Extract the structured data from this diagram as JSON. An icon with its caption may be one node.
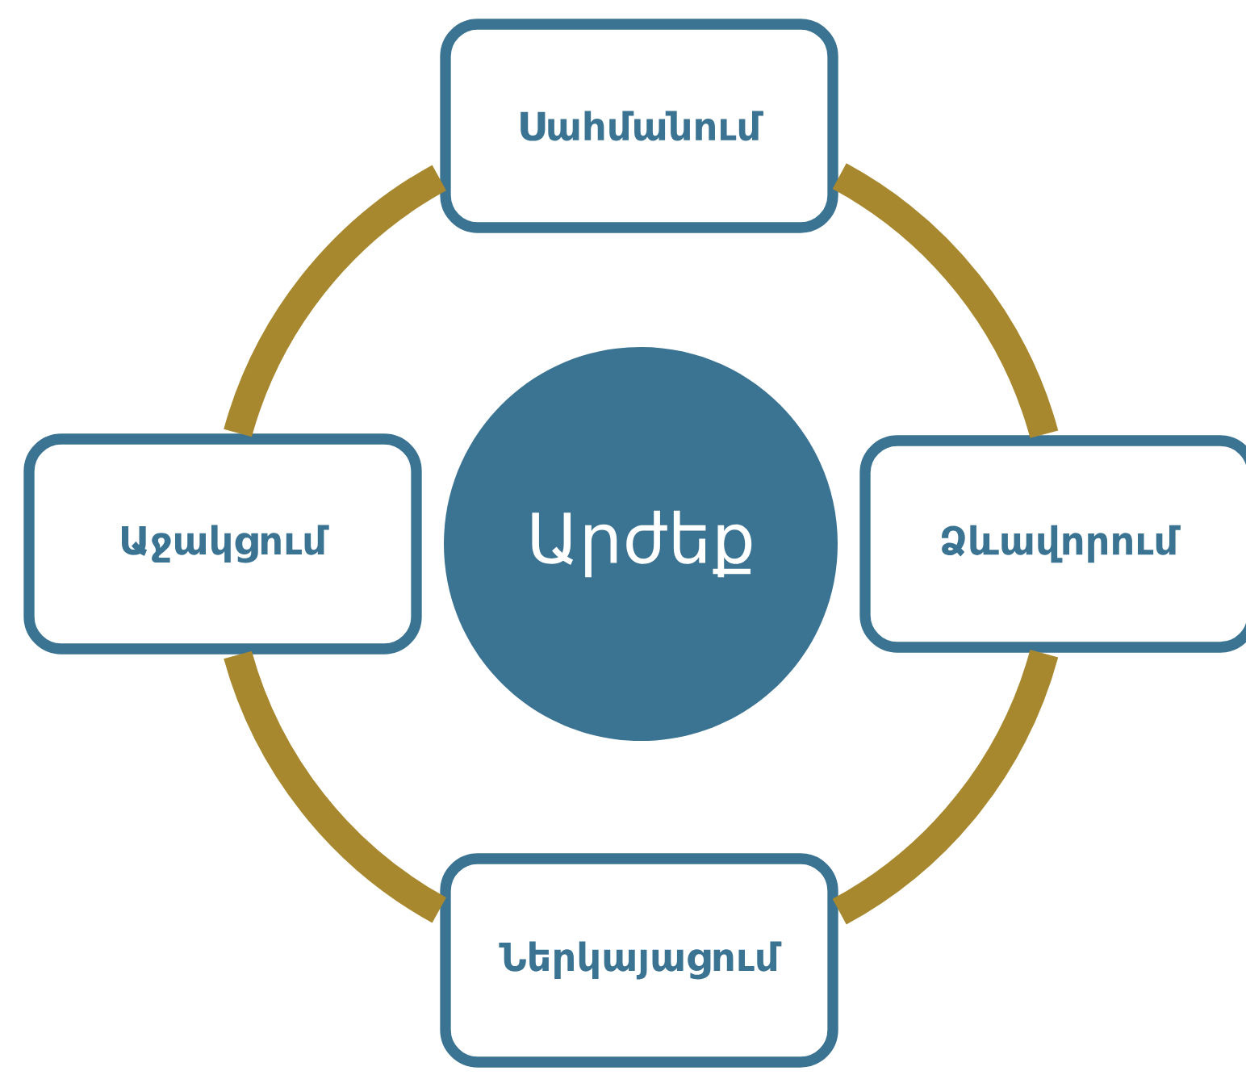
{
  "diagram": {
    "nodes": [
      {
        "text": [
          "Սահմանում"
        ]
      },
      {
        "text": [
          "Աջակցում"
        ]
      },
      {
        "text": [
          "Արժեք"
        ]
      },
      {
        "text": [
          "Ձևավորում"
        ]
      },
      {
        "text": [
          "Ներկայացում"
        ]
      }
    ],
    "edges": [
      {
        "from": 0,
        "to": 3,
        "arrow": "none"
      },
      {
        "from": 3,
        "to": 4,
        "arrow": "none"
      },
      {
        "from": 4,
        "to": 1,
        "arrow": "none"
      },
      {
        "from": 1,
        "to": 0,
        "arrow": "none"
      }
    ]
  }
}
